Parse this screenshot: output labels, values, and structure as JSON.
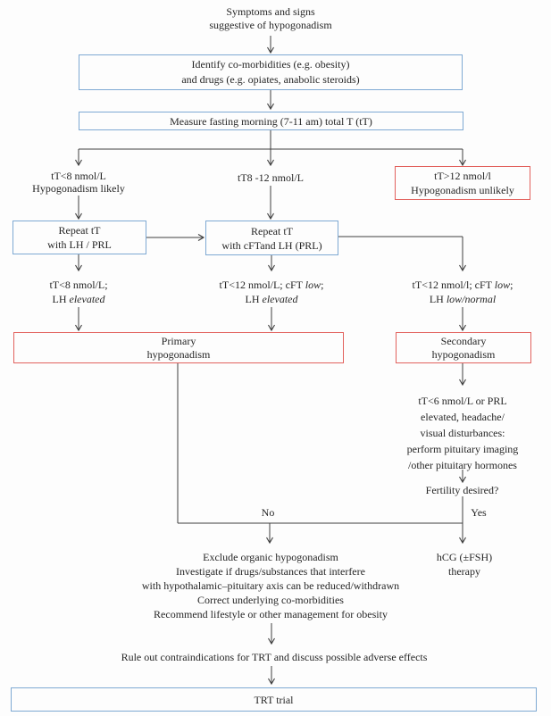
{
  "palette": {
    "blue_border": "#7ea9d3",
    "red_border": "#e2615d",
    "line_color": "#3f3f3f",
    "text_color": "#262626",
    "background": "#fdfdfd"
  },
  "nodes": {
    "start": {
      "lines": [
        "Symptoms and signs",
        "suggestive of hypogonadism"
      ]
    },
    "identify": {
      "lines": [
        "Identify co-morbidities (e.g. obesity)",
        "and drugs (e.g. opiates, anabolic steroids)"
      ]
    },
    "measure": {
      "lines": [
        "Measure fasting morning (7-11 am) total T (tT)"
      ]
    },
    "branch_low": {
      "lines": [
        "tT<8 nmol/L",
        "Hypogonadism likely"
      ]
    },
    "branch_mid": {
      "lines": [
        "tT8 -12 nmol/L"
      ]
    },
    "branch_high": {
      "lines": [
        "tT>12 nmol/l",
        "Hypogonadism unlikely"
      ]
    },
    "repeat_left": {
      "lines": [
        "Repeat tT",
        "with LH / PRL"
      ]
    },
    "repeat_mid": {
      "lines": [
        "Repeat tT",
        "with cFTand LH (PRL)"
      ]
    },
    "result_left": {
      "l1": "tT<8 nmol/L;",
      "l2_prefix": "LH ",
      "l2_italic": "elevated"
    },
    "result_mid": {
      "l1_prefix": "tT<12 nmol/L; cFT ",
      "l1_italic": "low",
      "l1_suffix": ";",
      "l2_prefix": "LH ",
      "l2_italic": "elevated"
    },
    "result_right": {
      "l1_prefix": "tT<12 nmol/l; cFT ",
      "l1_italic": "low",
      "l1_suffix": ";",
      "l2_prefix": "LH ",
      "l2_italic": "low/normal"
    },
    "primary": {
      "lines": [
        "Primary",
        "hypogonadism"
      ]
    },
    "secondary": {
      "lines": [
        "Secondary",
        "hypogonadism"
      ]
    },
    "pituitary": {
      "lines": [
        "tT<6 nmol/L or PRL",
        "elevated, headache/",
        "visual disturbances:",
        "perform pituitary imaging",
        "/other pituitary hormones"
      ]
    },
    "fertility": {
      "lines": [
        "Fertility desired?"
      ]
    },
    "no_label": "No",
    "yes_label": "Yes",
    "manage": {
      "lines": [
        "Exclude organic hypogonadism",
        "Investigate if drugs/substances that interfere",
        "with hypothalamic–pituitary axis can be reduced/withdrawn",
        "Correct underlying co-morbidities",
        "Recommend lifestyle or other management for obesity"
      ]
    },
    "hcg": {
      "lines": [
        "hCG (±FSH)",
        "therapy"
      ]
    },
    "rule_out": {
      "lines": [
        "Rule out contraindications for TRT and discuss possible adverse effects"
      ]
    },
    "trt": {
      "lines": [
        "TRT trial"
      ]
    }
  }
}
